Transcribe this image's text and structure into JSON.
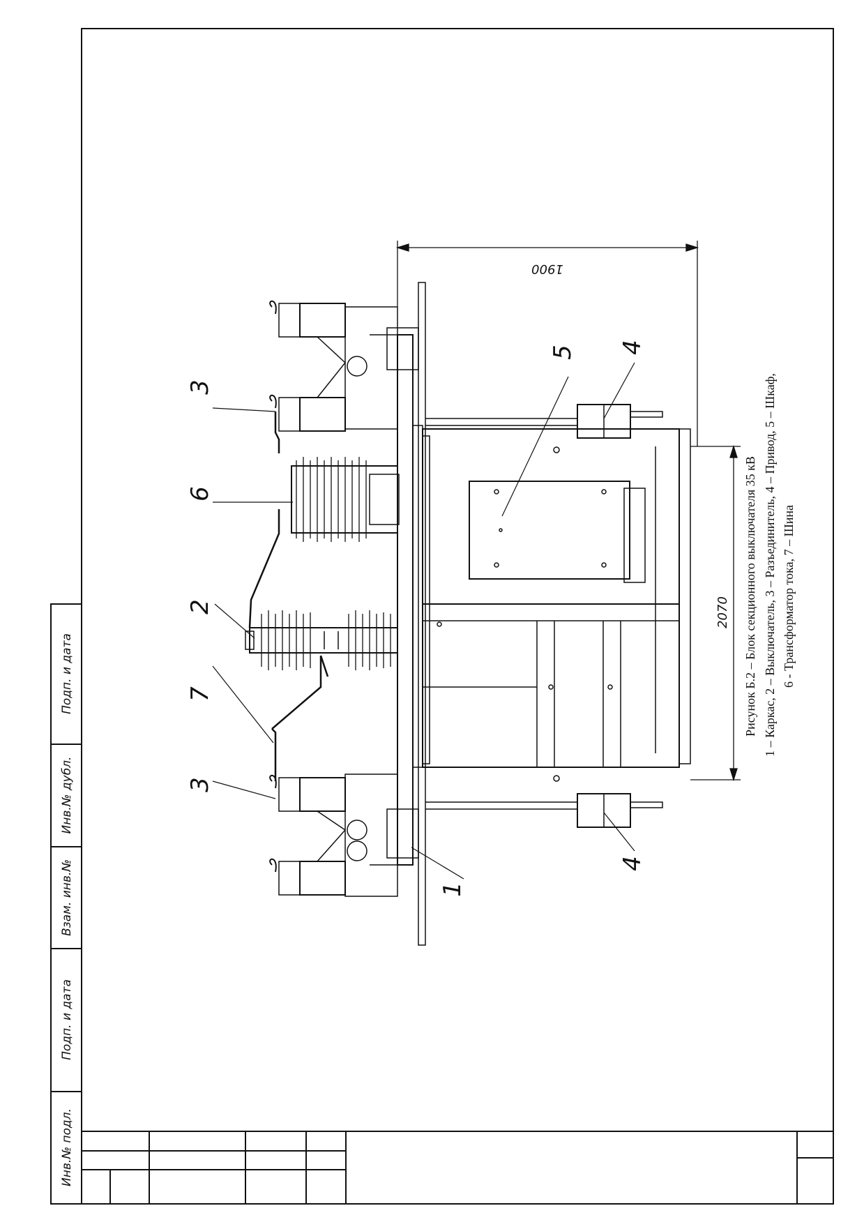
{
  "side_stamp": [
    "Подп. и дата",
    "Инв.№ дубл.",
    "Взам. инв.№",
    "Подп. и дата",
    "Инв.№ подл."
  ],
  "dimensions": {
    "height": "1900",
    "width": "2070"
  },
  "callouts": {
    "c1": "1",
    "c2": "2",
    "c3a": "3",
    "c3b": "3",
    "c4a": "4",
    "c4b": "4",
    "c5": "5",
    "c6": "6",
    "c7": "7"
  },
  "caption": {
    "title": "Рисунок Б.2 – Блок секционного выключателя 35 кВ",
    "line1": "1 – Каркас, 2 – Выключатель, 3 – Разъединитель, 4 – Привод, 5 – Шкаф,",
    "line2": "6 - Трансформатор тока, 7 – Шина"
  }
}
